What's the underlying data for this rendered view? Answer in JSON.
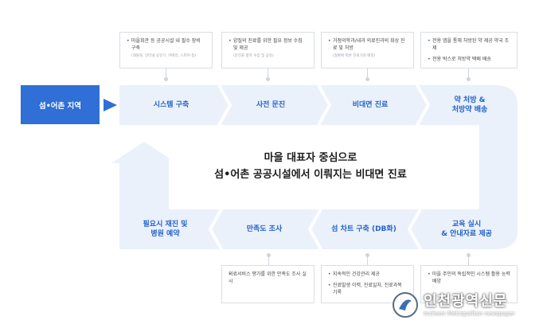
{
  "origin": "섬•어촌 지역",
  "center_title": {
    "line1": "마을 대표자 중심으로",
    "line2": "섬•어촌 공공시설에서 이뤄지는 비대면 진료"
  },
  "top_stages": [
    {
      "label": "시스템 구축"
    },
    {
      "label": "사전 문진"
    },
    {
      "label": "비대면 진료"
    },
    {
      "label_line1": "약 처방 &",
      "label_line2": "처방약 배송"
    }
  ],
  "bottom_stages": [
    {
      "label_line1": "필요시 재진 및",
      "label_line2": "병원 예약"
    },
    {
      "label": "만족도 조사"
    },
    {
      "label": "섬 차트 구축 (DB화)"
    },
    {
      "label_line1": "교육 실시",
      "label_line2": "& 안내자료 제공"
    }
  ],
  "top_cards": [
    {
      "items": [
        {
          "text": "마을회관 등 공공시설 내 필수 장비 구축",
          "sub": "(태블릿, 인터넷 공유기, 카메라, 스피커 등)"
        }
      ]
    },
    {
      "items": [
        {
          "text": "양질의 진료를 위한 필요 정보 수집 및 제공",
          "sub": "(문진표 항목 수집 및 공유)"
        }
      ]
    },
    {
      "items": [
        {
          "text": "거점의학과/내과 의료진과의 화상 진료 및 처방",
          "sub": "(질환에 따른 진료기관 배정)"
        }
      ]
    },
    {
      "items": [
        {
          "text": "전용 앱을 통해 처방된 약 제공 약국 조제",
          "sub": ""
        },
        {
          "text": "전용 박스로 처방약 택배 배송",
          "sub": ""
        }
      ]
    }
  ],
  "bottom_cards": [
    {
      "items": [
        {
          "text": "의료서비스 평가를 위한 만족도 조사 실시",
          "sub": ""
        }
      ]
    },
    {
      "items": [
        {
          "text": "지속적인 건강관리 제공",
          "sub": ""
        },
        {
          "text": "진료발생 이력, 진료일자, 진료과목 기록",
          "sub": ""
        }
      ]
    },
    {
      "items": [
        {
          "text": "마을 주민의 독립적인 시스템 활용 능력 배양",
          "sub": ""
        }
      ]
    }
  ],
  "watermark": {
    "title": "인천광역신문",
    "subtitle": "Incheon Metropolitan newspaper"
  },
  "colors": {
    "flow_band": "#eaf1fb",
    "stage_text": "#2563c9",
    "origin_box": "#2f6fd6"
  }
}
